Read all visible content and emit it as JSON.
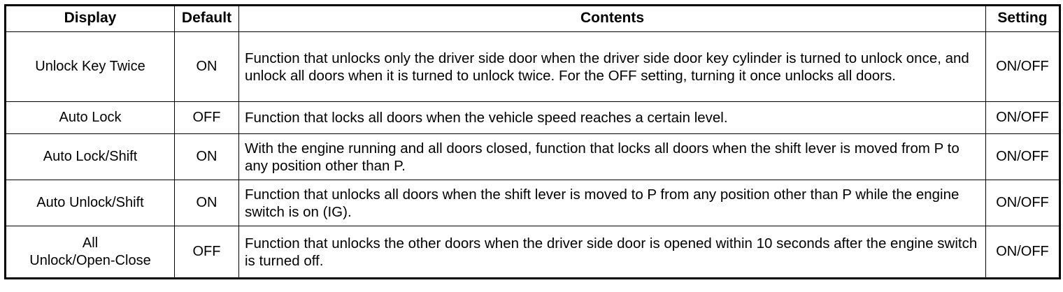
{
  "table": {
    "columns": [
      {
        "key": "display",
        "label": "Display"
      },
      {
        "key": "default",
        "label": "Default"
      },
      {
        "key": "contents",
        "label": "Contents"
      },
      {
        "key": "setting",
        "label": "Setting"
      }
    ],
    "rows": [
      {
        "display": "Unlock Key Twice",
        "display_line1": "Unlock Key Twice",
        "display_line2": "",
        "default": "ON",
        "contents": "Function that unlocks only the driver side door when the driver side door key cylinder is turned to unlock once, and unlock all doors when it is turned to unlock twice. For the OFF setting, turning it once unlocks all doors.",
        "setting": "ON/OFF"
      },
      {
        "display": "Auto Lock",
        "display_line1": "Auto Lock",
        "display_line2": "",
        "default": "OFF",
        "contents": "Function that locks all doors when the vehicle speed reaches a certain level.",
        "setting": "ON/OFF"
      },
      {
        "display": "Auto Lock/Shift",
        "display_line1": "Auto Lock/Shift",
        "display_line2": "",
        "default": "ON",
        "contents": "With the engine running and all doors closed, function that locks all doors when the shift lever is moved from P to any position other than P.",
        "setting": "ON/OFF"
      },
      {
        "display": "Auto Unlock/Shift",
        "display_line1": "Auto Unlock/Shift",
        "display_line2": "",
        "default": "ON",
        "contents": "Function that unlocks all doors when the shift lever is moved to P from any position other than P while the engine switch is on (IG).",
        "setting": "ON/OFF"
      },
      {
        "display": "All Unlock/Open-Close",
        "display_line1": "All",
        "display_line2": "Unlock/Open-Close",
        "default": "OFF",
        "contents": "Function that unlocks the other doors when the driver side door is opened within 10 seconds after the engine switch is turned off.",
        "setting": "ON/OFF"
      }
    ]
  },
  "colors": {
    "border": "#000000",
    "text": "#000000",
    "background": "#ffffff"
  }
}
